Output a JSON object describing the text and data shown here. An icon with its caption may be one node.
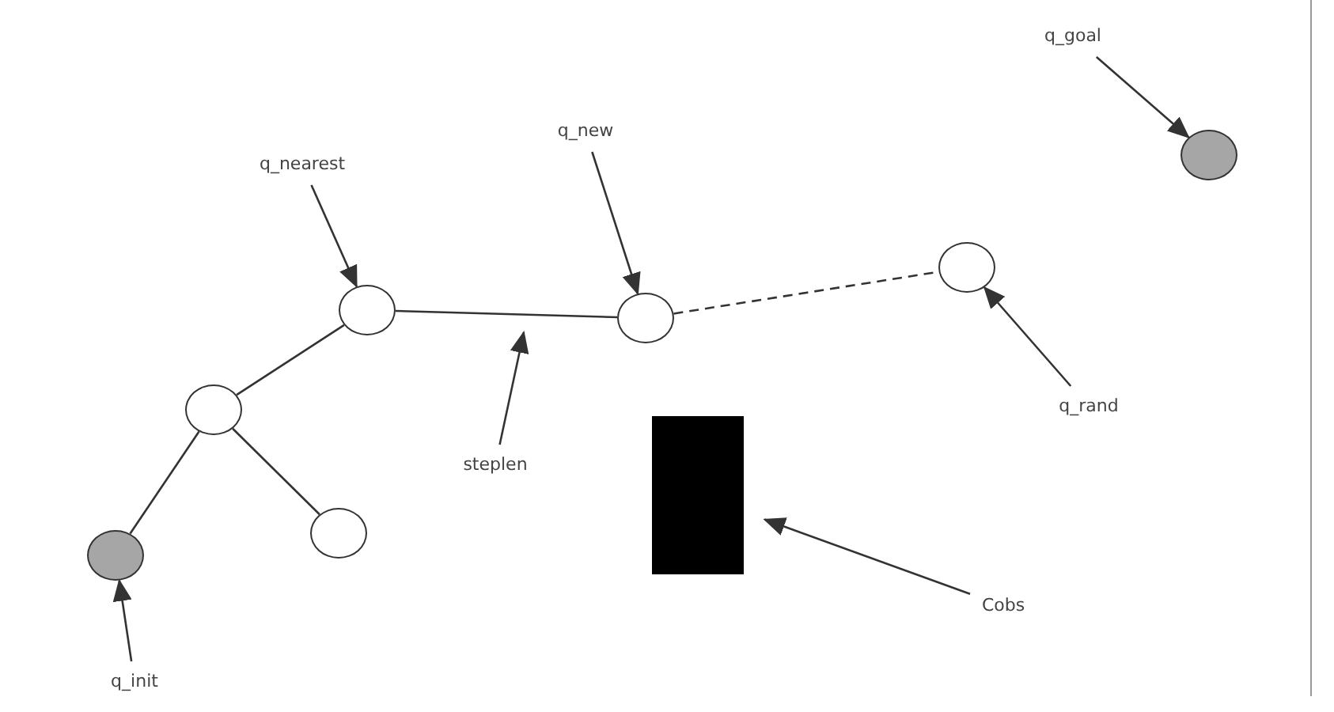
{
  "diagram": {
    "nodes": [
      {
        "text": [
          "q_goal"
        ]
      },
      {
        "text": [],
        "shape": "circle"
      },
      {
        "text": [
          "q_nearest"
        ]
      },
      {
        "text": [
          "q_new"
        ]
      },
      {
        "text": [],
        "shape": "circle"
      },
      {
        "text": [],
        "shape": "circle"
      },
      {
        "text": [],
        "shape": "circle"
      },
      {
        "text": [],
        "shape": "circle"
      },
      {
        "text": [
          "q_rand"
        ]
      },
      {
        "text": [
          "steplen"
        ]
      },
      {
        "text": [],
        "shape": "box"
      },
      {
        "text": [],
        "shape": "circle"
      },
      {
        "text": [],
        "shape": "circle"
      },
      {
        "text": [
          "Cobs"
        ]
      },
      {
        "text": [
          "q_init"
        ]
      }
    ],
    "edges": [
      {
        "from": 4,
        "to": 5,
        "arrow": "none"
      },
      {
        "from": 7,
        "to": 4,
        "arrow": "none"
      },
      {
        "from": 12,
        "to": 7,
        "arrow": "none"
      },
      {
        "from": 7,
        "to": 11,
        "arrow": "none"
      },
      {
        "from": 5,
        "to": 6,
        "arrow": "none",
        "style": "dashed"
      },
      {
        "from": 0,
        "to": 1,
        "arrow": "to"
      },
      {
        "from": 2,
        "to": 4,
        "arrow": "to"
      },
      {
        "from": 3,
        "to": 5,
        "arrow": "to"
      },
      {
        "from": 8,
        "to": 6,
        "arrow": "to"
      },
      {
        "from": 9,
        "to": null,
        "arrow": "to"
      },
      {
        "from": 13,
        "to": 10,
        "arrow": "to"
      },
      {
        "from": 14,
        "to": 12,
        "arrow": "to"
      }
    ]
  }
}
